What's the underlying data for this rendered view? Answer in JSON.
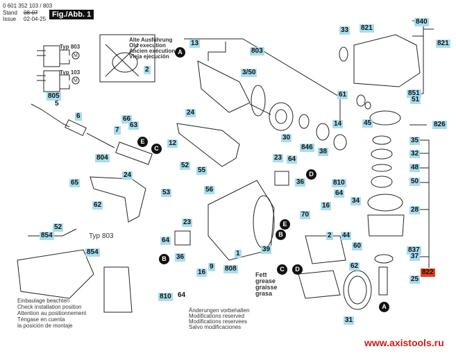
{
  "header": {
    "part_number": "0 601 352 103 / 803",
    "stand_label": "Stand",
    "issue_label": "Issue",
    "stand_value": "08-07",
    "issue_value": "02-04-25",
    "figure_tag": "Fig./Abb. 1"
  },
  "wiring": {
    "typ_803": "Typ 803",
    "typ_103": "Typ 103",
    "motor_symbol": "M"
  },
  "old_execution": {
    "lines": [
      "Alte Ausführung",
      "Old execution",
      "Ancien exécution",
      "Vieja ejecución"
    ],
    "part": "2"
  },
  "parts": {
    "p805": "805",
    "p5": "5",
    "p6": "6",
    "p66": "66",
    "p63": "63",
    "p7": "7",
    "p804": "804",
    "p12": "12",
    "p24a": "24",
    "p24b": "24",
    "p52a": "52",
    "p53": "53",
    "p55": "55",
    "p65": "65",
    "p62a": "62",
    "p52b": "52",
    "p854a": "854",
    "p854b": "854",
    "p13": "13",
    "p803": "803",
    "p350": "3/50",
    "p30": "30",
    "p846": "846",
    "p38": "38",
    "p14": "14",
    "p33": "33",
    "p821a": "821",
    "p840": "840",
    "p821b": "821",
    "p61": "61",
    "p851": "851",
    "p51": "51",
    "p45": "45",
    "p826": "826",
    "p35": "35",
    "p32": "32",
    "p48": "48",
    "p50": "50",
    "p34": "34",
    "p28": "28",
    "p60": "60",
    "p837": "837",
    "p37": "37",
    "p822": "822",
    "p25": "25",
    "p62b": "62",
    "p44": "44",
    "p2": "2",
    "p31": "31",
    "p23a": "23",
    "p64a": "64",
    "p36a": "36",
    "p810a": "810",
    "p64b": "64",
    "p16a": "16",
    "p56": "56",
    "p70": "70",
    "p1": "1",
    "p9": "9",
    "p808": "808",
    "p39": "39",
    "p23b": "23",
    "p64c": "64",
    "p36b": "36",
    "p16b": "16",
    "p810b": "810",
    "p64d": "64"
  },
  "markers": {
    "A": "A",
    "B": "B",
    "C": "C",
    "D": "D",
    "E": "E"
  },
  "typ_note": "Typ 803",
  "grease": [
    "Fett",
    "grease",
    "graisse",
    "grasa"
  ],
  "install_note": [
    "Einbaulage beachten",
    "Check installation position",
    "Attention au positionnement",
    "Téngase en cuenta",
    "la posición de montaje"
  ],
  "modifications_note": [
    "Änderungen vorbehalten",
    "Modifications reserved",
    "Modifications reservees",
    "Salvo modificaciones"
  ],
  "watermark": "www.axistools.ru"
}
